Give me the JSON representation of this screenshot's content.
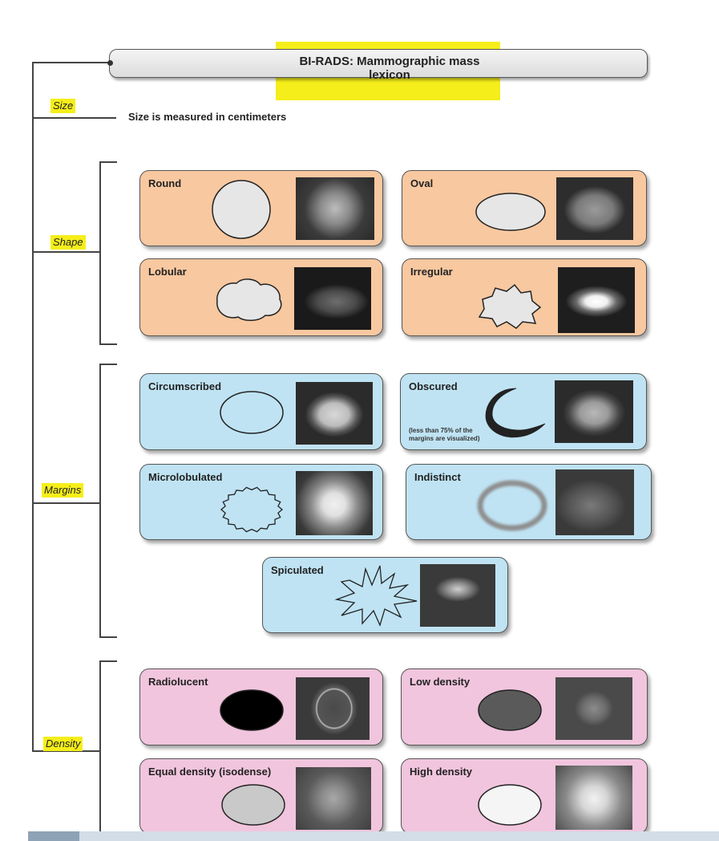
{
  "title": "BI-RADS: Mammographic mass lexicon",
  "size_text": "Size is measured in centimeters",
  "categories": {
    "size": "Size",
    "shape": "Shape",
    "margins": "Margins",
    "density": "Density"
  },
  "shape": {
    "round": "Round",
    "oval": "Oval",
    "lobular": "Lobular",
    "irregular": "Irregular"
  },
  "margins": {
    "circumscribed": "Circumscribed",
    "obscured": "Obscured",
    "obscured_note_1": "(less than 75% of the",
    "obscured_note_2": "margins are visualized)",
    "microlobulated": "Microlobulated",
    "indistinct": "Indistinct",
    "spiculated": "Spiculated"
  },
  "density": {
    "radiolucent": "Radiolucent",
    "low": "Low density",
    "equal": "Equal density (isodense)",
    "high": "High density"
  },
  "colors": {
    "highlight": "#f5ee1a",
    "shape_card": "#f8c8a0",
    "margins_card": "#bfe3f3",
    "density_card": "#f1c5dd",
    "radiolucent_fill": "#000000",
    "low_density_fill": "#5a5a5a",
    "equal_density_fill": "#c9c9c9",
    "high_density_fill": "#f5f5f5"
  }
}
